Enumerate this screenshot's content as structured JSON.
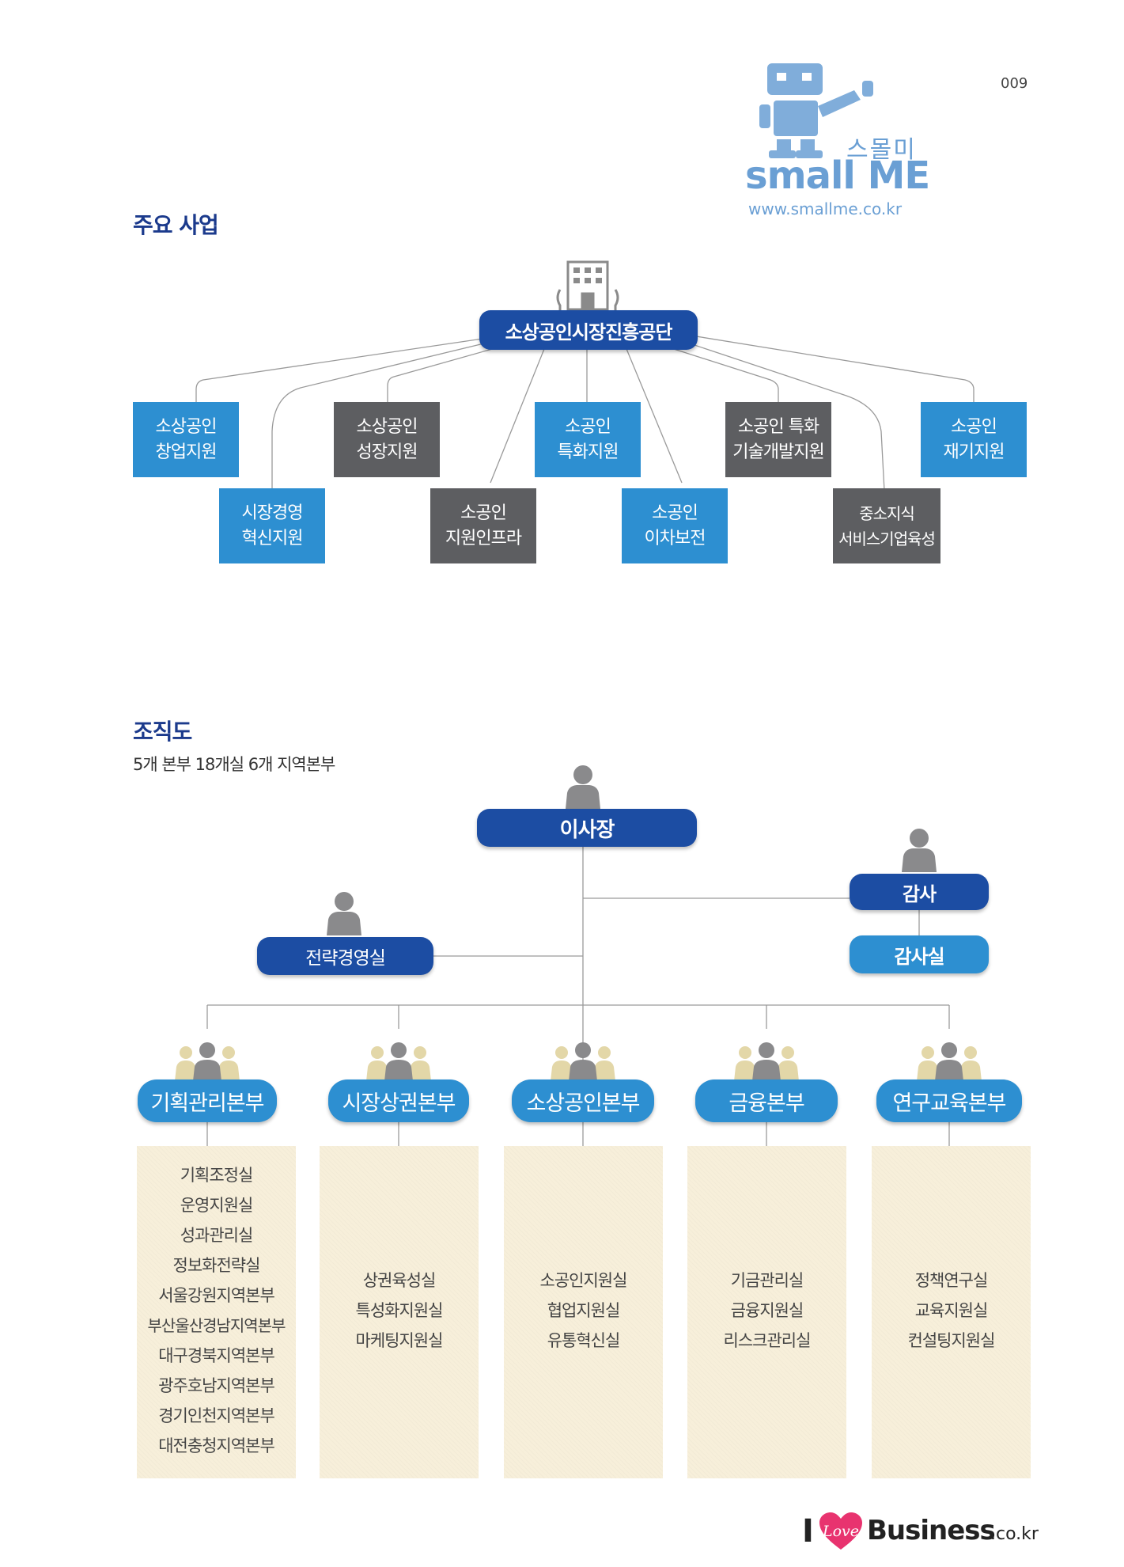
{
  "page_number": "009",
  "stamp": {
    "korean": "스몰미",
    "english": "small ME",
    "url": "www.smallme.co.kr",
    "color": "#6a9fd4"
  },
  "section1": {
    "title": "주요 사업",
    "root": "소상공인시장진흥공단",
    "top_row": [
      {
        "label": "소상공인\n창업지원",
        "color": "blue"
      },
      {
        "label": "소상공인\n성장지원",
        "color": "gray"
      },
      {
        "label": "소공인\n특화지원",
        "color": "blue"
      },
      {
        "label": "소공인 특화\n기술개발지원",
        "color": "gray"
      },
      {
        "label": "소공인\n재기지원",
        "color": "blue"
      }
    ],
    "bottom_row": [
      {
        "label": "시장경영\n혁신지원",
        "color": "blue"
      },
      {
        "label": "소공인\n지원인프라",
        "color": "gray"
      },
      {
        "label": "소공인\n이차보전",
        "color": "blue"
      },
      {
        "label": "중소지식\n서비스기업육성",
        "color": "gray"
      }
    ]
  },
  "section2": {
    "title": "조직도",
    "subtitle": "5개 본부 18개실 6개 지역본부",
    "ceo": "이사장",
    "auditor": "감사",
    "audit_office": "감사실",
    "strategy": "전략경영실",
    "divisions": [
      {
        "name": "기획관리본부",
        "units": [
          "기획조정실",
          "운영지원실",
          "성과관리실",
          "정보화전략실",
          "서울강원지역본부",
          "부산울산경남지역본부",
          "대구경북지역본부",
          "광주호남지역본부",
          "경기인천지역본부",
          "대전충청지역본부"
        ]
      },
      {
        "name": "시장상권본부",
        "units": [
          "상권육성실",
          "특성화지원실",
          "마케팅지원실"
        ]
      },
      {
        "name": "소상공인본부",
        "units": [
          "소공인지원실",
          "협업지원실",
          "유통혁신실"
        ]
      },
      {
        "name": "금융본부",
        "units": [
          "기금관리실",
          "금융지원실",
          "리스크관리실"
        ]
      },
      {
        "name": "연구교육본부",
        "units": [
          "정책연구실",
          "교육지원실",
          "컨설팅지원실"
        ]
      }
    ]
  },
  "footer": {
    "i": "I",
    "love": "Love",
    "business": "Business",
    "domain": ".co.kr"
  },
  "colors": {
    "navy": "#1c4da3",
    "blue": "#2d8fd1",
    "gray": "#5d5e61",
    "title": "#1b3a8c",
    "panel": "#f7efda",
    "love": "#e8336f"
  }
}
